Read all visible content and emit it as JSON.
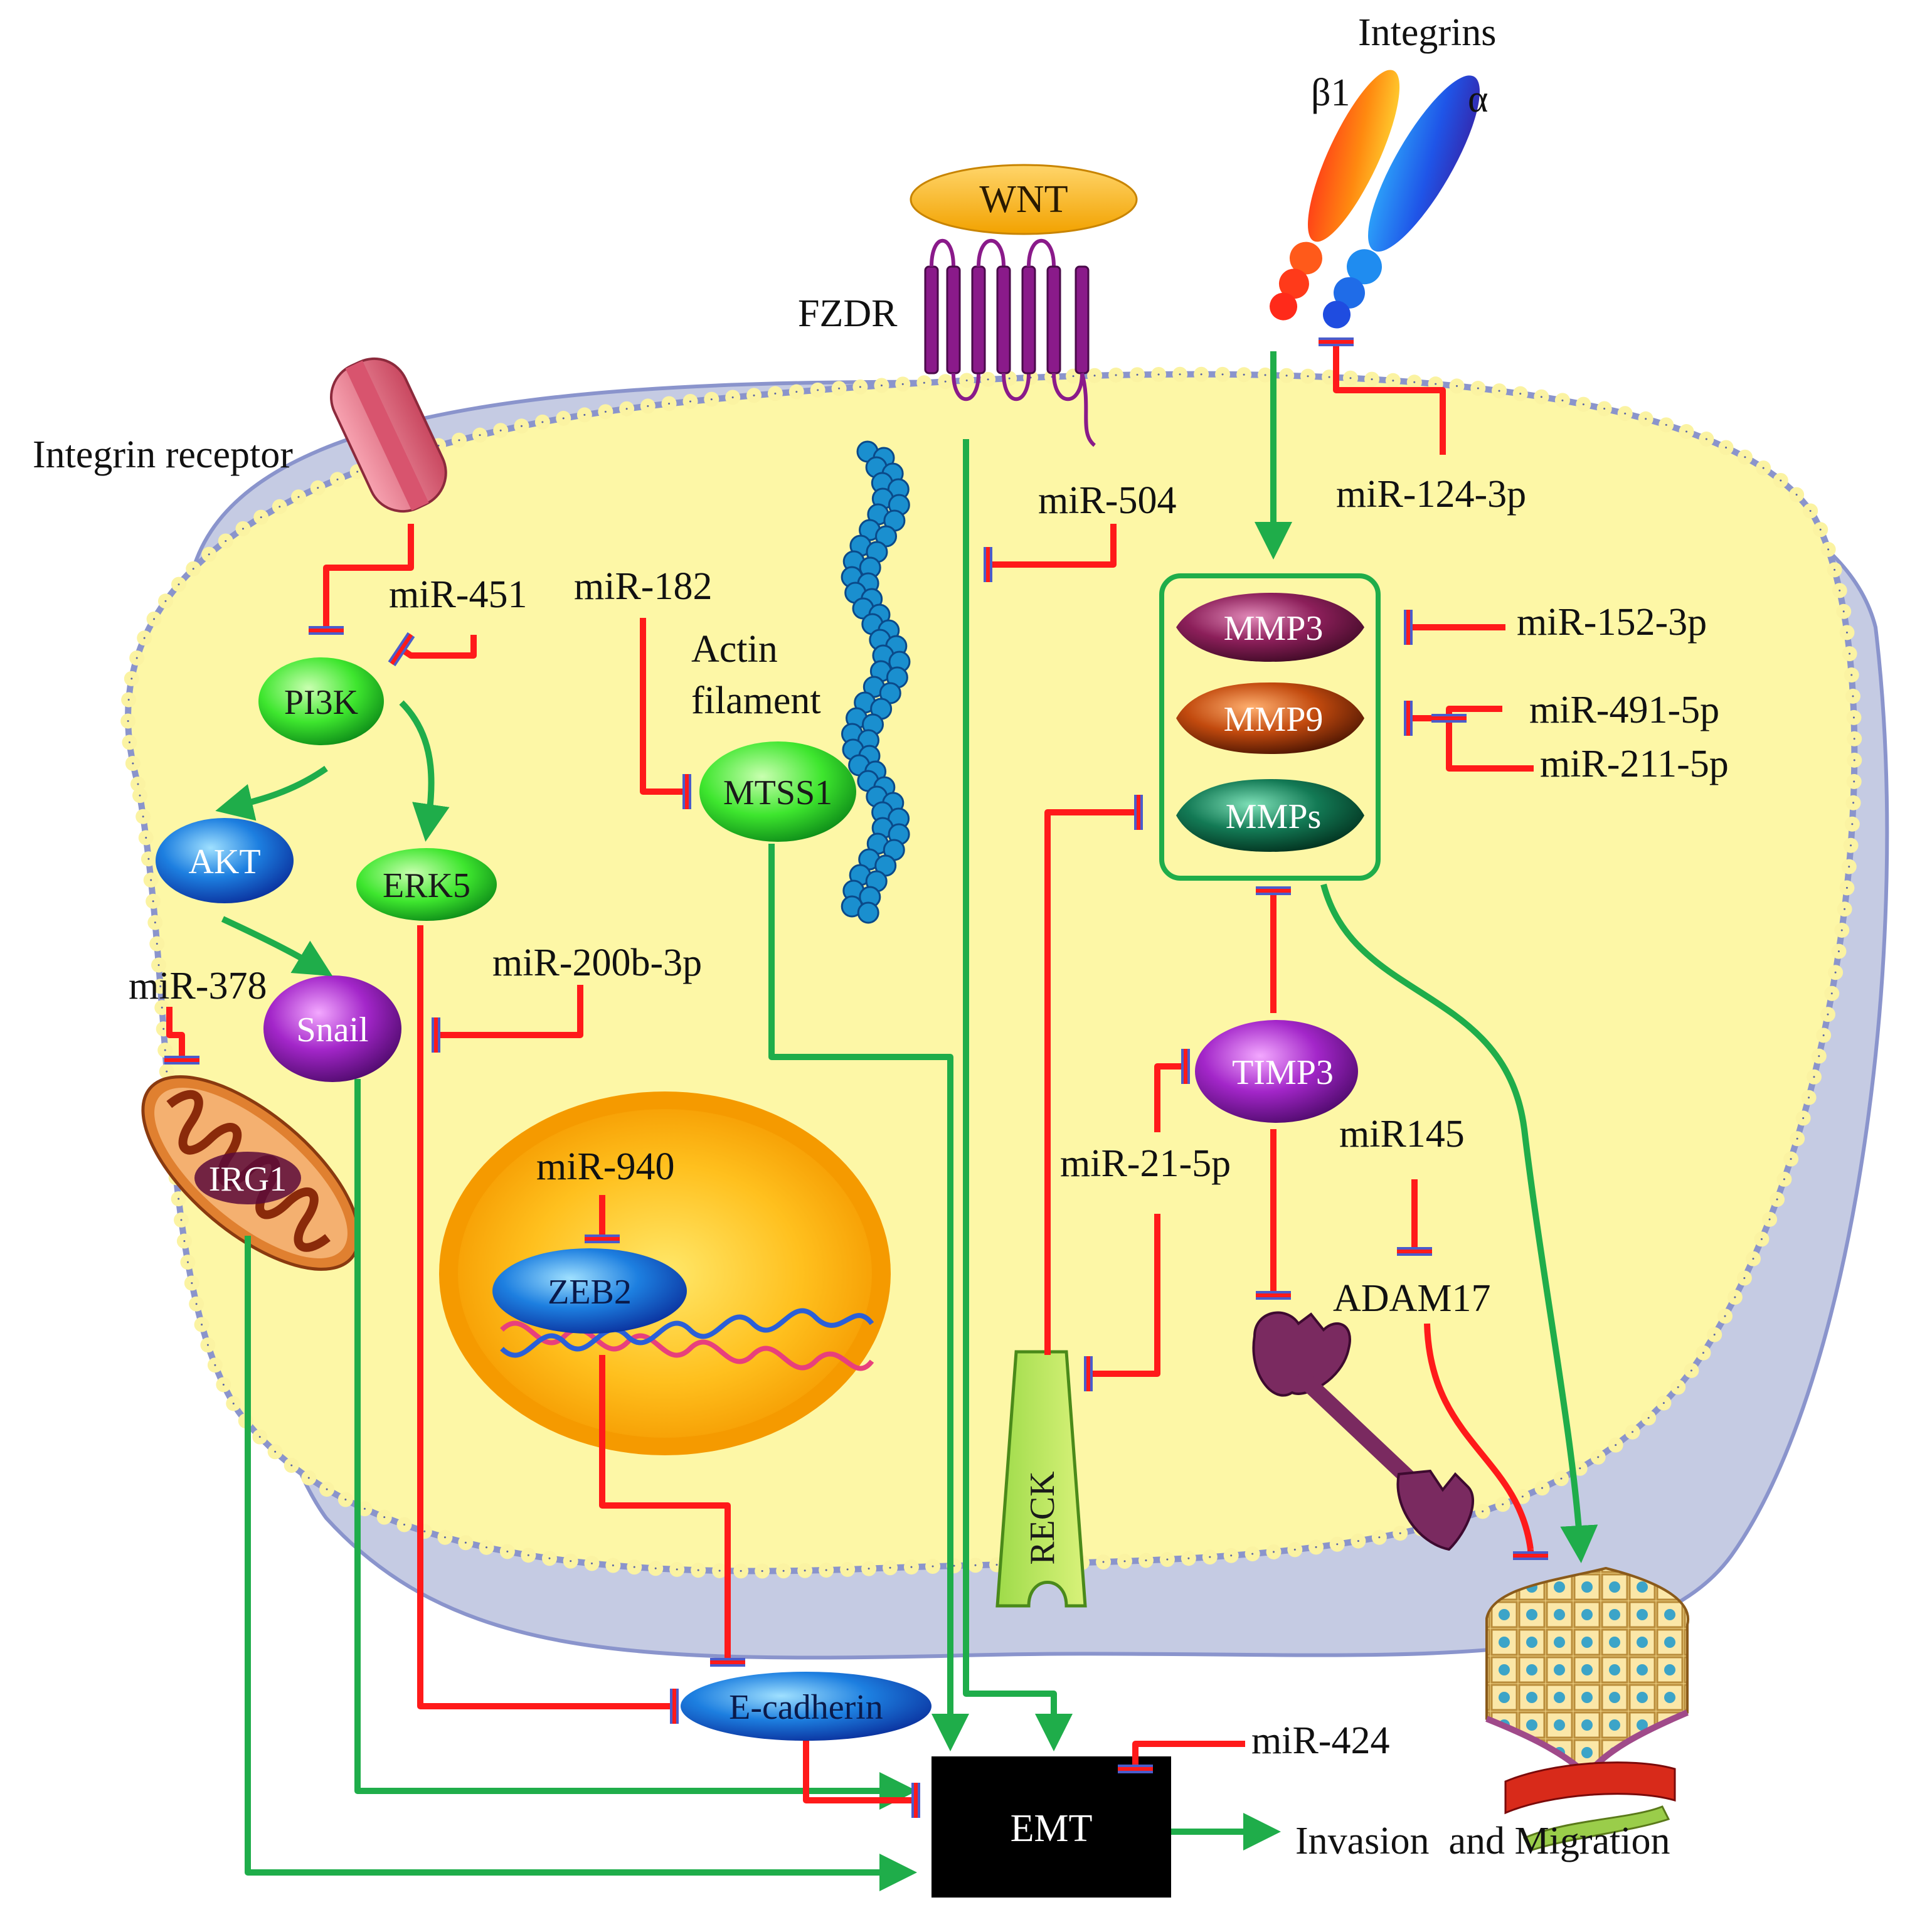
{
  "colors": {
    "activation": "#1fad4a",
    "inhibition": "#ff1a1a",
    "inhibitor_cap": "#4a5ccc",
    "cytoplasm": "#fdf7a6",
    "cell_shadow": "#c5cbe3",
    "membrane_bead": "#fbf3a2",
    "membrane_core": "#8a94cc"
  },
  "labels": {
    "integrins": "Integrins",
    "beta1": "β1",
    "alpha": "α",
    "wnt": "WNT",
    "fzdr": "FZDR",
    "integrin_receptor": "Integrin receptor",
    "actin_filament_1": "Actin",
    "actin_filament_2": "filament",
    "emt": "EMT",
    "invasion": "Invasion  and Migration",
    "reck": "RECK"
  },
  "nodes": {
    "pi3k": "PI3K",
    "akt": "AKT",
    "erk5": "ERK5",
    "snail": "Snail",
    "irg1": "IRG1",
    "mtss1": "MTSS1",
    "zeb2": "ZEB2",
    "ecadherin": "E-cadherin",
    "mmp3": "MMP3",
    "mmp9": "MMP9",
    "mmps": "MMPs",
    "timp3": "TIMP3",
    "adam17": "ADAM17"
  },
  "mirnas": {
    "mir451": "miR-451",
    "mir182": "miR-182",
    "mir504": "miR-504",
    "mir124": "miR-124-3p",
    "mir152": "miR-152-3p",
    "mir491": "miR-491-5p",
    "mir211": "miR-211-5p",
    "mir378": "miR-378",
    "mir200b": "miR-200b-3p",
    "mir940": "miR-940",
    "mir21": "miR-21-5p",
    "mir145": "miR145",
    "mir424": "miR-424"
  }
}
